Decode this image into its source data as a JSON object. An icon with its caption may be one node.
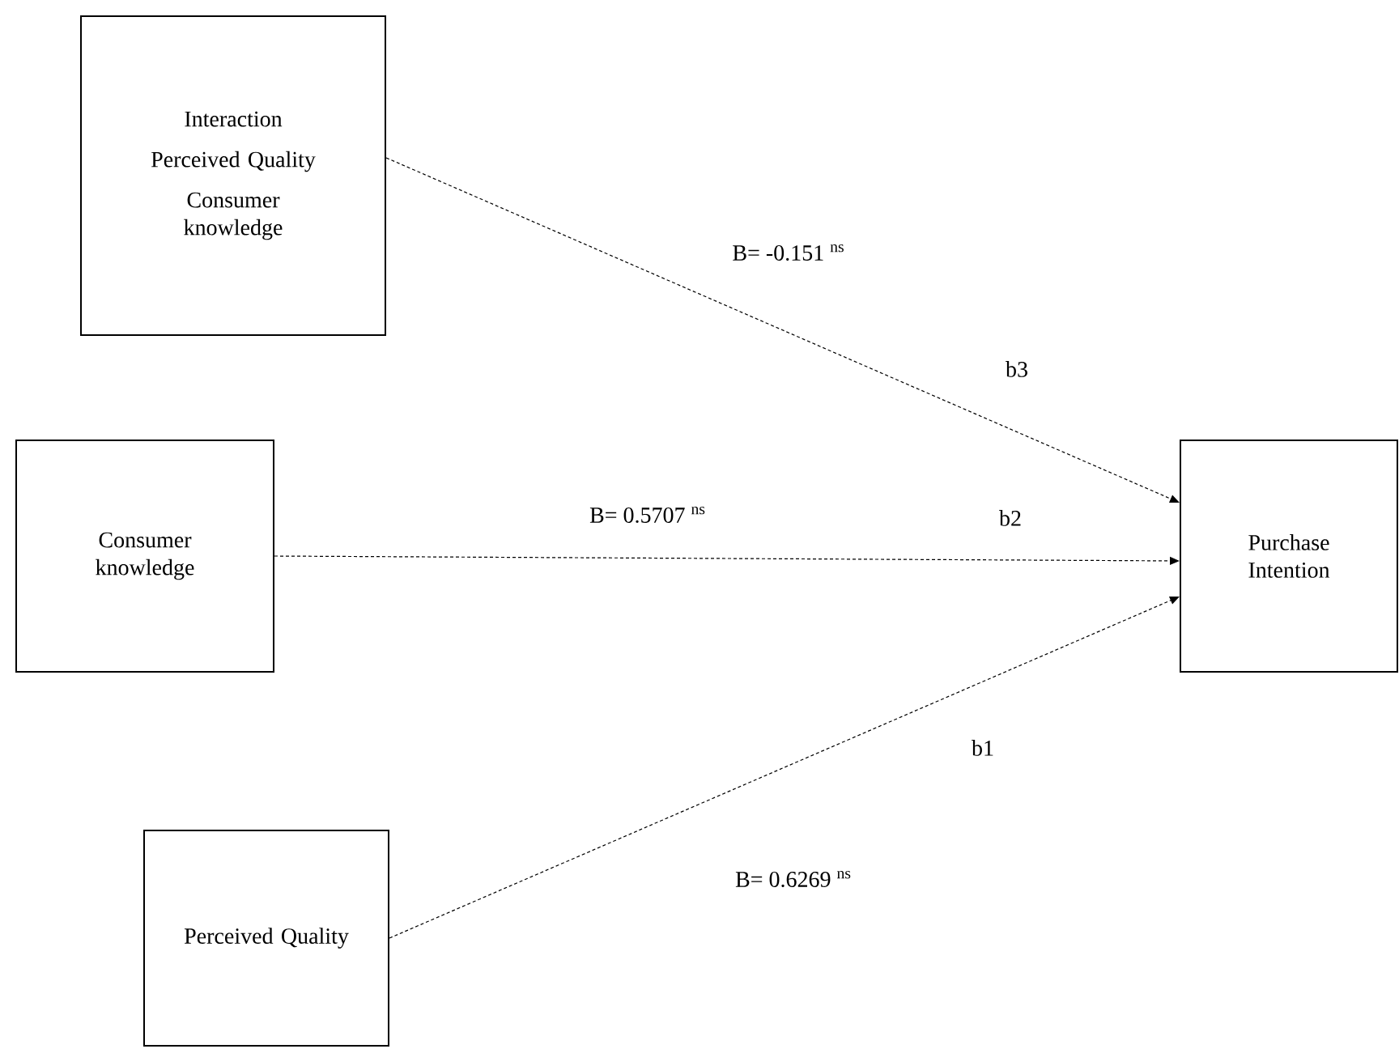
{
  "diagram": {
    "nodes": [
      {
        "text": [
          "Interaction",
          "Perceived Quality",
          "Consumer knowledge"
        ]
      },
      {
        "text": [
          "Consumer knowledge"
        ]
      },
      {
        "text": [
          "Perceived Quality"
        ]
      },
      {
        "text": [
          "Purchase Intention"
        ]
      }
    ],
    "edges": [
      {
        "from": 0,
        "to": 3,
        "arrow": "to",
        "style": "dashed",
        "label": "B= -0.151 $^{ns}$"
      },
      {
        "from": 1,
        "to": 3,
        "arrow": "to",
        "style": "dashed",
        "label": "B= 0.5707 $^{ns}$"
      },
      {
        "from": 2,
        "to": 3,
        "arrow": "to",
        "style": "dashed",
        "label": "B= 0.6269 $^{ns}$"
      }
    ],
    "labels": [
      "b3",
      "b2",
      "b1"
    ]
  }
}
